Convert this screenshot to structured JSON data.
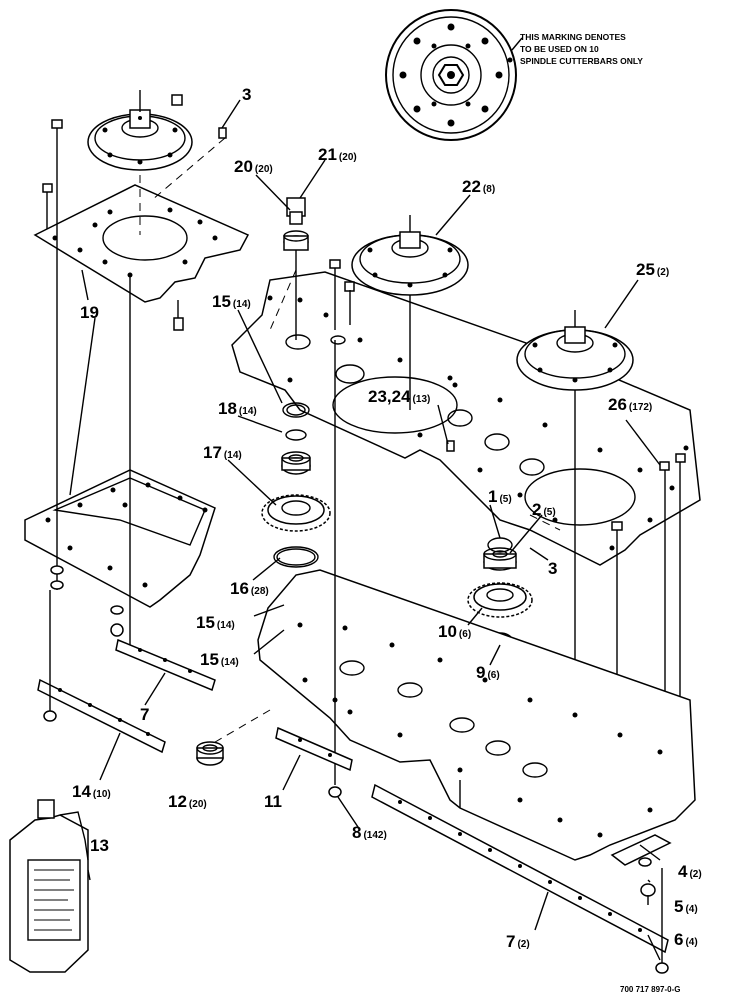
{
  "note": {
    "line1": "THIS MARKING DENOTES",
    "line2": "TO BE USED ON 10",
    "line3": "SPINDLE CUTTERBARS ONLY"
  },
  "drawing_code": "700 717 897-0-G",
  "callouts": [
    {
      "id": "c3a",
      "num": "3",
      "qty": ""
    },
    {
      "id": "c20",
      "num": "20",
      "qty": "(20)"
    },
    {
      "id": "c21",
      "num": "21",
      "qty": "(20)"
    },
    {
      "id": "c22",
      "num": "22",
      "qty": "(8)"
    },
    {
      "id": "c25",
      "num": "25",
      "qty": "(2)"
    },
    {
      "id": "c19",
      "num": "19",
      "qty": ""
    },
    {
      "id": "c15a",
      "num": "15",
      "qty": "(14)"
    },
    {
      "id": "c18",
      "num": "18",
      "qty": "(14)"
    },
    {
      "id": "c2324",
      "num": "23,24",
      "qty": "(13)"
    },
    {
      "id": "c26",
      "num": "26",
      "qty": "(172)"
    },
    {
      "id": "c17",
      "num": "17",
      "qty": "(14)"
    },
    {
      "id": "c1",
      "num": "1",
      "qty": "(5)"
    },
    {
      "id": "c2",
      "num": "2",
      "qty": "(5)"
    },
    {
      "id": "c3b",
      "num": "3",
      "qty": ""
    },
    {
      "id": "c16",
      "num": "16",
      "qty": "(28)"
    },
    {
      "id": "c15b",
      "num": "15",
      "qty": "(14)"
    },
    {
      "id": "c15c",
      "num": "15",
      "qty": "(14)"
    },
    {
      "id": "c10",
      "num": "10",
      "qty": "(6)"
    },
    {
      "id": "c9",
      "num": "9",
      "qty": "(6)"
    },
    {
      "id": "c7a",
      "num": "7",
      "qty": ""
    },
    {
      "id": "c14",
      "num": "14",
      "qty": "(10)"
    },
    {
      "id": "c12",
      "num": "12",
      "qty": "(20)"
    },
    {
      "id": "c11",
      "num": "11",
      "qty": ""
    },
    {
      "id": "c8",
      "num": "8",
      "qty": "(142)"
    },
    {
      "id": "c13",
      "num": "13",
      "qty": ""
    },
    {
      "id": "c4",
      "num": "4",
      "qty": "(2)"
    },
    {
      "id": "c5",
      "num": "5",
      "qty": "(4)"
    },
    {
      "id": "c6",
      "num": "6",
      "qty": "(4)"
    },
    {
      "id": "c7b",
      "num": "7",
      "qty": "(2)"
    }
  ]
}
